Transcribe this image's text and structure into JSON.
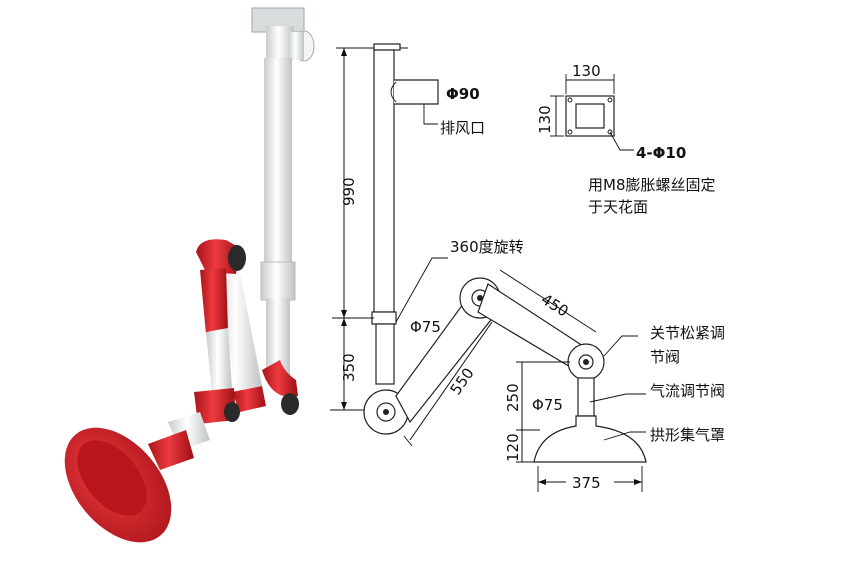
{
  "colors": {
    "arm_red": "#d8232a",
    "arm_white": "#eef0f0",
    "joint_dark": "#2a2a2a",
    "line": "#111111"
  },
  "photo": {
    "description_icon": "fume-extraction-arm-photo"
  },
  "diagram": {
    "outlet_diameter": "Φ90",
    "outlet_label": "排风口",
    "flange_width": "130",
    "flange_height": "130",
    "bolt_holes": "4-Φ10",
    "mount_note_line1": "用M8膨胀螺丝固定",
    "mount_note_line2": "于天花面",
    "upper_pipe_length": "990",
    "rotation_label": "360度旋转",
    "pipe_diameter_1": "Φ75",
    "lower_pipe_length": "350",
    "arm_segment_1": "550",
    "arm_segment_2": "450",
    "joint_label_line1": "关节松紧调",
    "joint_label_line2": "节阀",
    "airflow_valve_label": "气流调节阀",
    "pipe_diameter_2": "Φ75",
    "hood_neck_height": "250",
    "hood_height": "120",
    "hood_label": "拱形集气罩",
    "hood_width": "375"
  }
}
